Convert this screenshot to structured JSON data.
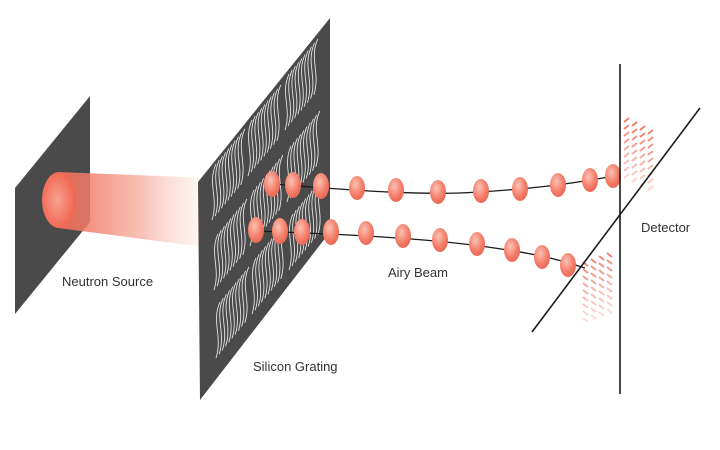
{
  "labels": {
    "neutron_source": "Neutron Source",
    "silicon_grating": "Silicon Grating",
    "airy_beam": "Airy Beam",
    "detector": "Detector"
  },
  "colors": {
    "panel": "#4a4a4a",
    "beam_accent": "#f06a55",
    "beam_light": "#f8c3b6",
    "line": "#1a1a1a",
    "label": "#333333",
    "grating_lines": "#ffffff"
  }
}
